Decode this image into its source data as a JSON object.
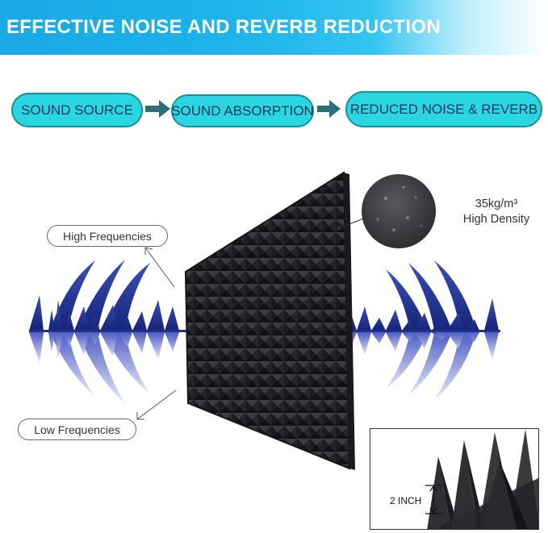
{
  "banner": {
    "title": "EFFECTIVE NOISE AND REVERB REDUCTION"
  },
  "flow": {
    "steps": [
      "SOUND SOURCE",
      "SOUND ABSORPTION",
      "REDUCED NOISE & REVERB"
    ]
  },
  "density": {
    "value": "35kg/m³",
    "label": "High Density"
  },
  "frequencies": {
    "high": "High Frequencies",
    "low": "Low Frequencies"
  },
  "thickness": {
    "label": "2 INCH"
  },
  "colors": {
    "banner": "#1fb4ea",
    "pill": "#2ad6e2",
    "wave": "#1e2f8c",
    "foam": "#2a2a2e"
  }
}
